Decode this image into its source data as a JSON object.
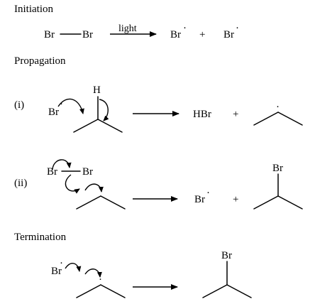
{
  "sections": {
    "initiation": "Initiation",
    "propagation": "Propagation",
    "termination": "Termination"
  },
  "initiation": {
    "reactant_left": "Br",
    "reactant_right": "Br",
    "condition": "light",
    "product_1": "Br",
    "plus": "+",
    "product_2": "Br"
  },
  "step_i": {
    "label": "(i)",
    "radical": "Br",
    "hydrogen": "H",
    "product_1": "HBr",
    "plus": "+"
  },
  "step_ii": {
    "label": "(ii)",
    "br_left": "Br",
    "br_right": "Br",
    "product_1": "Br",
    "plus": "+",
    "product_br": "Br"
  },
  "termination": {
    "radical": "Br",
    "product_br": "Br"
  },
  "radical_dot": "·"
}
